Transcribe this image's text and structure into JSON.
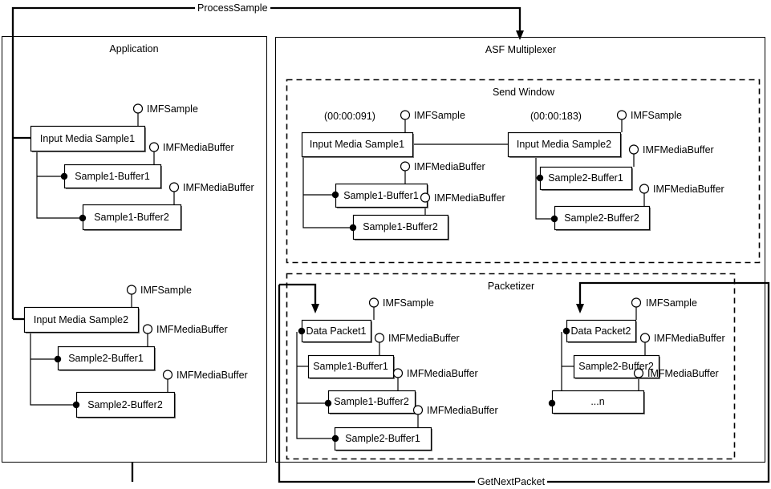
{
  "diagram": {
    "title_messages": {
      "process_sample": "ProcessSample",
      "get_next_packet": "GetNextPacket"
    },
    "groups": {
      "application": "Application",
      "asf_multiplexer": "ASF Multiplexer",
      "send_window": "Send Window",
      "packetizer": "Packetizer"
    },
    "interface_labels": {
      "imfsample": "IMFSample",
      "imfmediabuffer": "IMFMediaBuffer"
    },
    "application_panel": {
      "sample1": {
        "box": "Input Media Sample1",
        "iface": "IMFSample",
        "buffers": [
          {
            "box": "Sample1-Buffer1",
            "iface": "IMFMediaBuffer"
          },
          {
            "box": "Sample1-Buffer2",
            "iface": "IMFMediaBuffer"
          }
        ]
      },
      "sample2": {
        "box": "Input Media Sample2",
        "iface": "IMFSample",
        "buffers": [
          {
            "box": "Sample2-Buffer1",
            "iface": "IMFMediaBuffer"
          },
          {
            "box": "Sample2-Buffer2",
            "iface": "IMFMediaBuffer"
          }
        ]
      }
    },
    "send_window_panel": {
      "sample1": {
        "timestamp": "(00:00:091)",
        "box": "Input Media Sample1",
        "iface": "IMFSample",
        "buffers": [
          {
            "box": "Sample1-Buffer1",
            "iface": "IMFMediaBuffer"
          },
          {
            "box": "Sample1-Buffer2",
            "iface": "IMFMediaBuffer"
          }
        ]
      },
      "sample2": {
        "timestamp": "(00:00:183)",
        "box": "Input Media Sample2",
        "iface": "IMFSample",
        "buffers": [
          {
            "box": "Sample2-Buffer1",
            "iface": "IMFMediaBuffer"
          },
          {
            "box": "Sample2-Buffer2",
            "iface": "IMFMediaBuffer"
          }
        ]
      }
    },
    "packetizer_panel": {
      "packet1": {
        "box": "Data Packet1",
        "iface": "IMFSample",
        "buffers": [
          {
            "box": "Sample1-Buffer1",
            "iface": "IMFMediaBuffer"
          },
          {
            "box": "Sample1-Buffer2",
            "iface": "IMFMediaBuffer"
          },
          {
            "box": "Sample2-Buffer1",
            "iface": "IMFMediaBuffer"
          }
        ]
      },
      "packet2": {
        "box": "Data Packet2",
        "iface": "IMFSample",
        "buffers": [
          {
            "box": "Sample2-Buffer2",
            "iface": "IMFMediaBuffer"
          },
          {
            "box": "...n",
            "iface": "IMFMediaBuffer"
          }
        ]
      }
    },
    "colors": {
      "stroke": "#000000",
      "shadow": "#808080",
      "background": "#ffffff"
    }
  }
}
